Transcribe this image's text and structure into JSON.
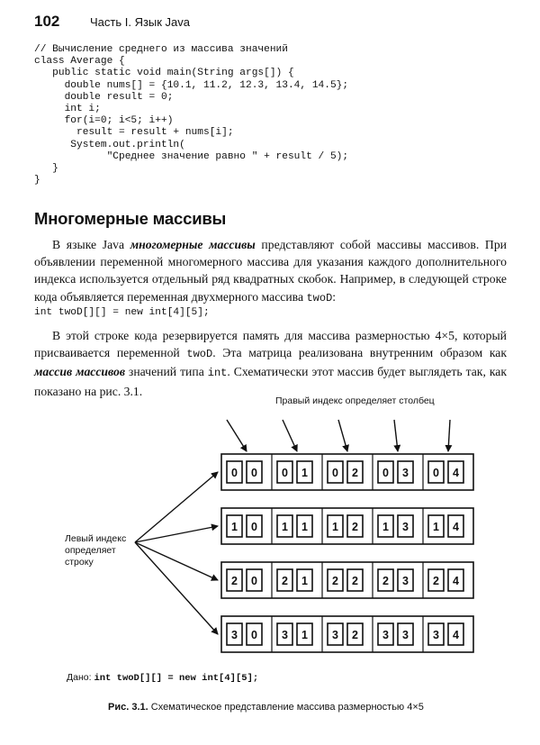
{
  "header": {
    "page_number": "102",
    "running_head": "Часть I. Язык Java"
  },
  "code_main": "// Вычисление среднего из массива значений\nclass Average {\n   public static void main(String args[]) {\n     double nums[] = {10.1, 11.2, 12.3, 13.4, 14.5};\n     double result = 0;\n     int i;\n     for(i=0; i<5; i++)\n       result = result + nums[i];\n      System.out.println(\n            \"Среднее значение равно \" + result / 5);\n   }\n}",
  "section_title": "Многомерные массивы",
  "para1": {
    "t1": "В языке Java ",
    "em1": "многомерные массивы",
    "t2": " представляют собой массивы массивов. При объявлении переменной многомерного массива для указания каждого дополнительного индекса используется отдельный ряд квадратных скобок. Например, в следующей строке кода объявляется переменная двухмерного массива ",
    "code1": "twoD",
    "t3": ":"
  },
  "code_inline": "int twoD[][] = new int[4][5];",
  "para2": {
    "t1": "В этой строке кода резервируется память для массива размерностью 4×5, который присваивается переменной ",
    "code1": "twoD",
    "t2": ". Эта матрица реализована внутренним образом как ",
    "em1": "массив массивов",
    "t3": " значений типа ",
    "code2": "int",
    "t4": ". Схематически этот массив будет выглядеть так, как показано на рис. 3.1."
  },
  "figure": {
    "col_label": "Правый индекс определяет столбец",
    "row_label": "Левый индекс определяет строку",
    "rows": [
      [
        [
          "0",
          "0"
        ],
        [
          "0",
          "1"
        ],
        [
          "0",
          "2"
        ],
        [
          "0",
          "3"
        ],
        [
          "0",
          "4"
        ]
      ],
      [
        [
          "1",
          "0"
        ],
        [
          "1",
          "1"
        ],
        [
          "1",
          "2"
        ],
        [
          "1",
          "3"
        ],
        [
          "1",
          "4"
        ]
      ],
      [
        [
          "2",
          "0"
        ],
        [
          "2",
          "1"
        ],
        [
          "2",
          "2"
        ],
        [
          "2",
          "3"
        ],
        [
          "2",
          "4"
        ]
      ],
      [
        [
          "3",
          "0"
        ],
        [
          "3",
          "1"
        ],
        [
          "3",
          "2"
        ],
        [
          "3",
          "3"
        ],
        [
          "3",
          "4"
        ]
      ]
    ],
    "given_label": "Дано:",
    "given_code": "int twoD[][] = new int[4][5];"
  },
  "caption": {
    "label": "Рис. 3.1.",
    "text": " Схематическое представление массива размерностью 4×5"
  }
}
